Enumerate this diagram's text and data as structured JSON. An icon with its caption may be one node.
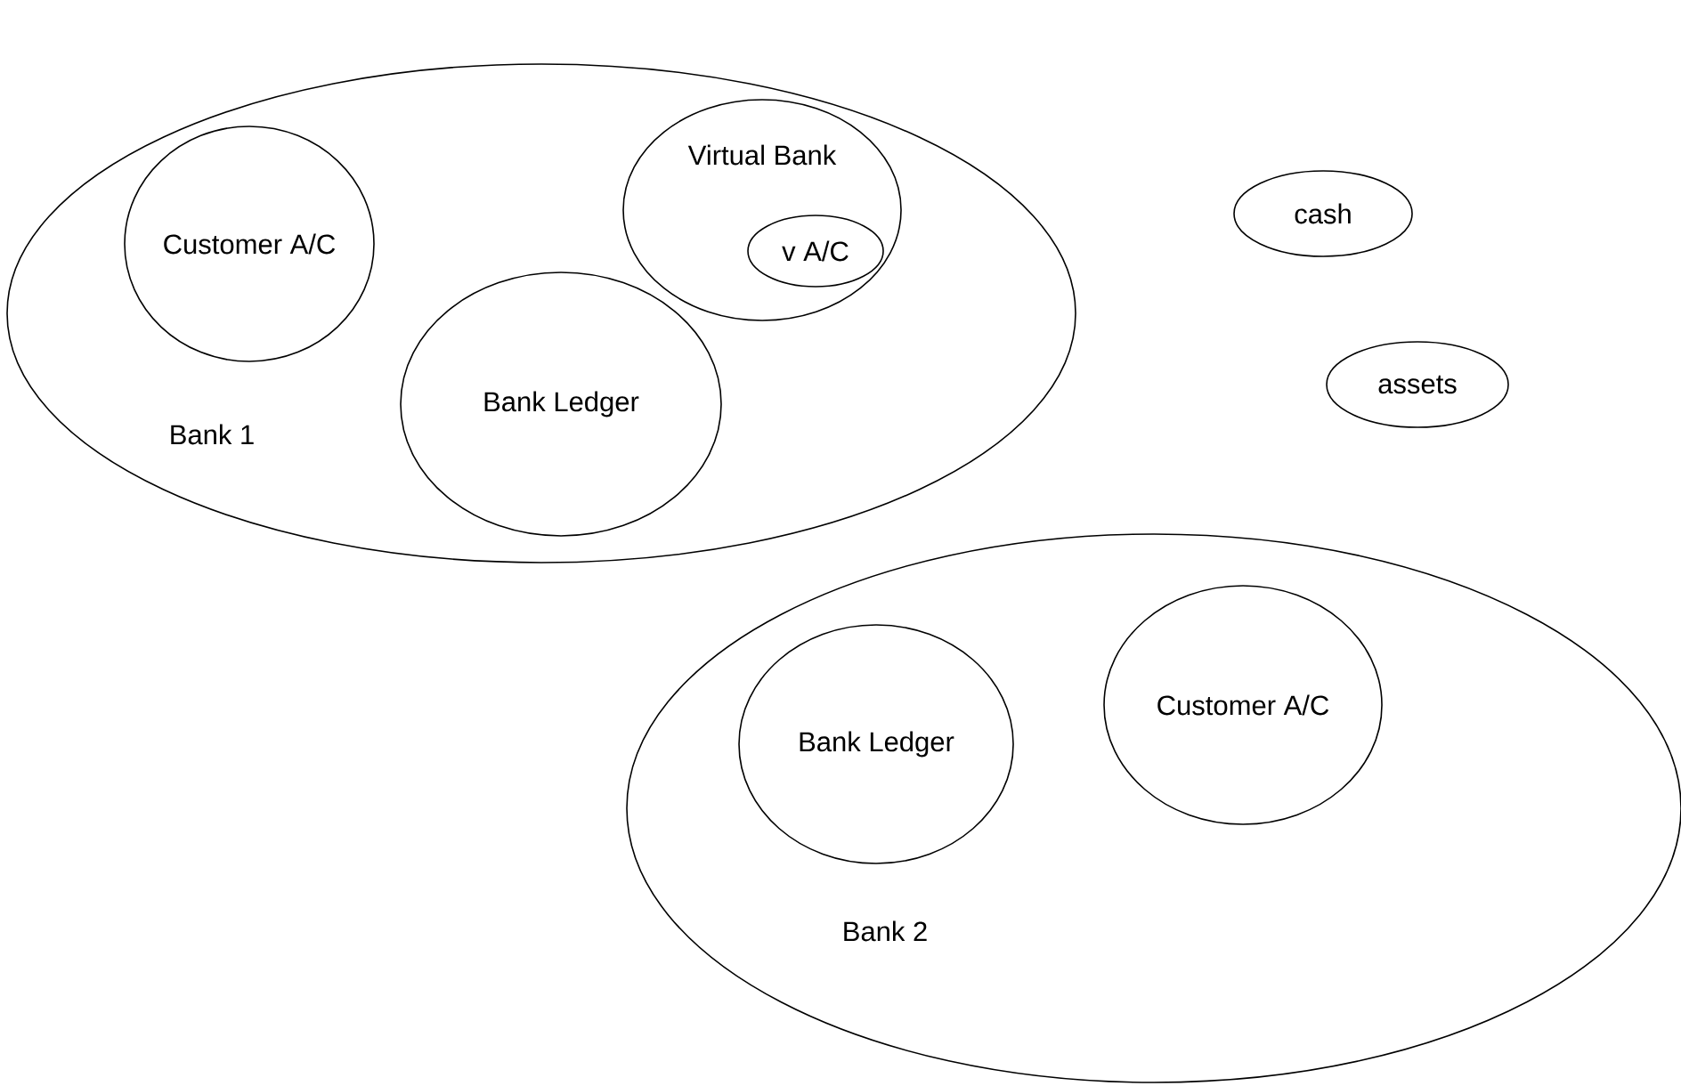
{
  "diagram": {
    "nodes": [
      {
        "text": [
          "Bank 1"
        ]
      },
      {
        "text": [
          "Customer A/C"
        ],
        "in": 0
      },
      {
        "text": [
          "Virtual Bank"
        ],
        "in": 0
      },
      {
        "text": [
          "v A/C"
        ],
        "in": 2
      },
      {
        "text": [
          "Bank Ledger"
        ],
        "in": 0
      },
      {
        "text": [
          "cash"
        ]
      },
      {
        "text": [
          "assets"
        ]
      },
      {
        "text": [
          "Bank 2"
        ]
      },
      {
        "text": [
          "Bank Ledger"
        ],
        "in": 7
      },
      {
        "text": [
          "Customer A/C"
        ],
        "in": 7
      }
    ]
  }
}
